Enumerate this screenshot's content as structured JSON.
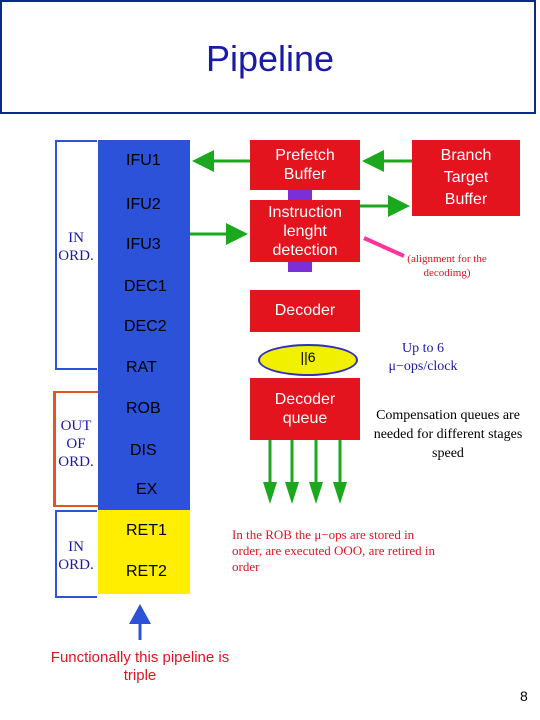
{
  "title": "Pipeline",
  "stages": {
    "ifu1": "IFU1",
    "ifu2": "IFU2",
    "ifu3": "IFU3",
    "dec1": "DEC1",
    "dec2": "DEC2",
    "rat": "RAT",
    "rob": "ROB",
    "dis": "DIS",
    "ex": "EX",
    "ret1": "RET1",
    "ret2": "RET2"
  },
  "brackets": {
    "in_order_top": "IN ORD.",
    "out_of_order": "OUT OF ORD.",
    "in_order_bottom": "IN ORD."
  },
  "boxes": {
    "prefetch_buffer": "Prefetch Buffer",
    "instruction_length": "Instruction lenght detection",
    "branch_target_buffer": "Branch Target Buffer",
    "decoder": "Decoder",
    "six_label": "||6",
    "decoder_queue": "Decoder queue"
  },
  "notes": {
    "alignment": "(alignment for the decodimg)",
    "up_to_6": "Up to 6 μ−ops/clock",
    "compensation": "Compensation queues are needed for different stages speed",
    "rob_note": "In the ROB the μ−ops are stored in order, are executed OOO, are retired in order",
    "functionally": "Functionally this pipeline is triple"
  },
  "page_number": "8",
  "colors": {
    "blue": "#2b52d9",
    "red": "#e3141e",
    "yellow": "#ffee00",
    "purple": "#7b2fd6",
    "green": "#1ca81c",
    "title_text": "#1a1aa8"
  }
}
